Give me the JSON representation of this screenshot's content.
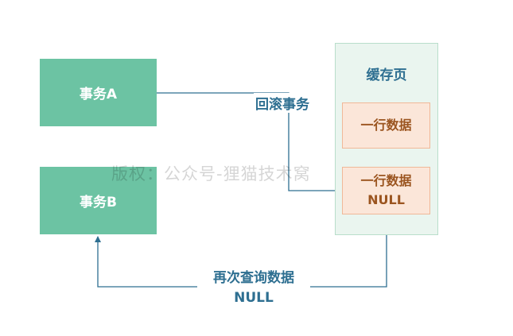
{
  "transaction_a": {
    "label": "事务A"
  },
  "transaction_b": {
    "label": "事务B"
  },
  "cache_page": {
    "title": "缓存页",
    "row_1": {
      "text": "一行数据"
    },
    "row_2": {
      "text": "一行数据",
      "value": "NULL"
    }
  },
  "rollback": {
    "label": "回滚事务"
  },
  "requery": {
    "label": "再次查询数据",
    "value": "NULL"
  },
  "watermark": {
    "text": "版权：公众号-狸猫技术窝"
  },
  "colors": {
    "transaction_fill": "#6cc3a3",
    "cache_fill": "#eaf5ef",
    "row_fill": "#fbe6d9",
    "arrow": "#2e6f91",
    "label_text": "#2e6f91",
    "row_text": "#9b5520"
  }
}
